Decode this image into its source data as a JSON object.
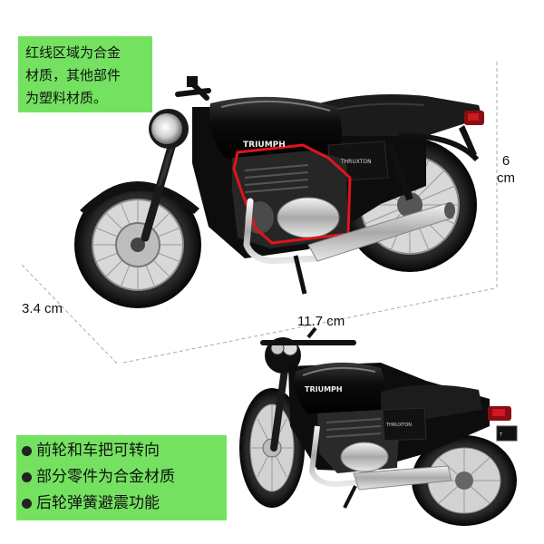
{
  "notes": {
    "top_lines": [
      "红线区域为合金",
      "材质，其他部件",
      "为塑料材质。"
    ],
    "features": [
      "前轮和车把可转向",
      "部分零件为合金材质",
      "后轮弹簧避震功能"
    ]
  },
  "dimensions": {
    "width": "3.4 cm",
    "length": "11.7 cm",
    "height_value": "6",
    "height_unit": "cm"
  },
  "bike": {
    "brand": "TRIUMPH",
    "model": "THRUXTON"
  },
  "colors": {
    "note_bg": "#74e260",
    "highlight": "#e0141c",
    "body": "#111111"
  }
}
